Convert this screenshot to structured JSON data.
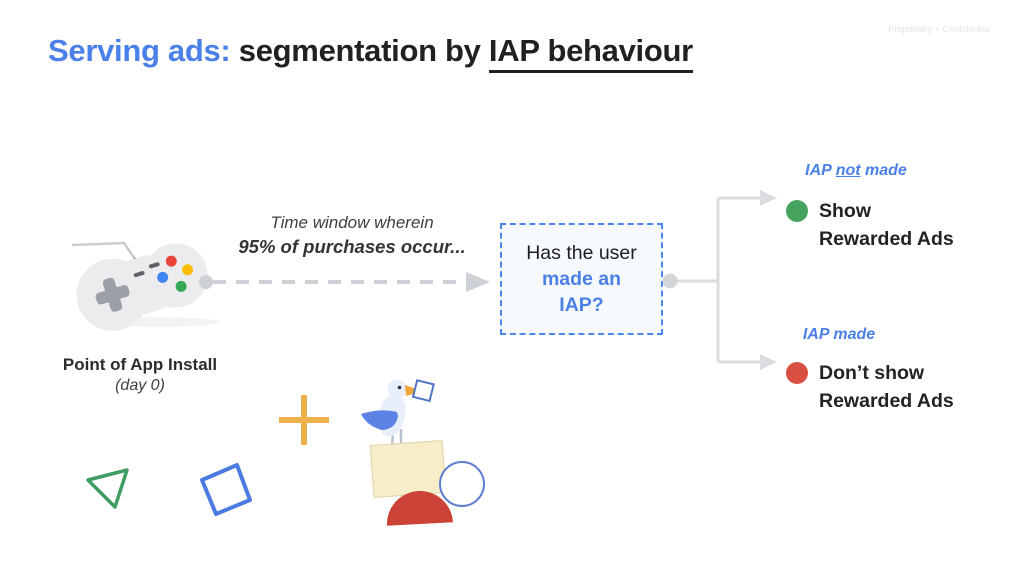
{
  "slide": {
    "confidential": "Proprietary + Confidential",
    "title": {
      "accent": "Serving ads:",
      "rest": " segmentation by ",
      "underlined": "IAP behaviour"
    }
  },
  "timeline": {
    "install_label": "Point of App Install",
    "install_sublabel": "(day 0)",
    "window_line1": "Time window wherein",
    "window_line2": "95% of purchases occur..."
  },
  "decision": {
    "line1": "Has the user",
    "line2": "made an",
    "line3": "IAP?"
  },
  "branches": {
    "no_iap": {
      "label_prefix": "IAP ",
      "label_emph": "not",
      "label_suffix": " made",
      "action_line1": "Show",
      "action_line2": "Rewarded Ads"
    },
    "iap": {
      "label": "IAP made",
      "action_line1": "Don’t show",
      "action_line2": "Rewarded Ads"
    }
  },
  "icons": {
    "controller": "game-controller-icon",
    "seagull": "seagull-illustration",
    "triangle": "triangle-outline-shape",
    "square": "square-outline-shape",
    "plus": "plus-shape",
    "arrow": "dashed-arrow",
    "fork": "fork-connector"
  },
  "colors": {
    "accent-blue": "#4a80e8",
    "text-dark": "#202124",
    "text-gray": "#3c4043",
    "green-dot": "#46a35e",
    "red-dot": "#d94f41",
    "connector": "#cdd0d4",
    "fork": "#dadcdf",
    "box-border": "#4c86f0",
    "box-bg": "#f7fafd",
    "confidential": "#e4e4e4",
    "triangle-green": "#3f9d62",
    "square-blue": "#4b7be0",
    "plus-amber": "#edb14d",
    "cream": "#f7edc9",
    "dome-red": "#cc4236",
    "wing-blue": "#5b82e4",
    "gull-body": "#e8eefa",
    "beak-orange": "#f2a43c",
    "controller-body": "#ececef",
    "controller-dark": "#9aa0a6",
    "g-red": "#ea4335",
    "g-yellow": "#fbbc04",
    "g-blue": "#4285f4",
    "g-green": "#34a853"
  }
}
